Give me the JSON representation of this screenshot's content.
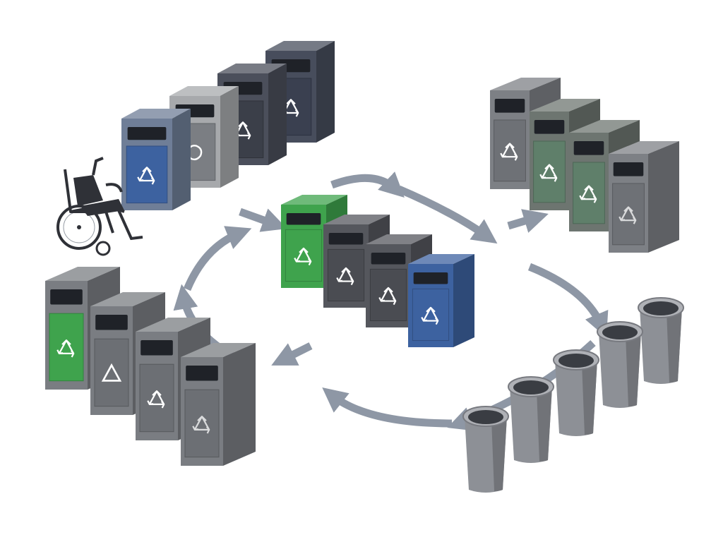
{
  "palette": {
    "green": "#3fa34d",
    "blue": "#3d62a0",
    "charcoal": "#4b4d53",
    "dark_slate": "#3f4553",
    "gray": "#7a7d82",
    "light_gray": "#a7a9ac",
    "sage": "#5f7f6a",
    "arrow": "#8e97a5",
    "background": "#ffffff"
  },
  "groups": [
    {
      "name": "top-left-bin-row",
      "bins": [
        {
          "color": "#6f7e97",
          "panel": "#3d62a0",
          "symbol": "recycle-icon"
        },
        {
          "color": "#a7a9ac",
          "panel": "#7b7e83",
          "symbol": "blob-icon"
        },
        {
          "color": "#4b4f5b",
          "panel": "#3b3f49",
          "symbol": "recycle-icon"
        },
        {
          "color": "#474d5c",
          "panel": "#3a4050",
          "symbol": "recycle-icon"
        }
      ]
    },
    {
      "name": "center-bin-row",
      "bins": [
        {
          "color": "#3fa34d",
          "panel": "#3fa34d",
          "symbol": "recycle-icon"
        },
        {
          "color": "#55575d",
          "panel": "#4a4c52",
          "symbol": "recycle-icon"
        },
        {
          "color": "#55575d",
          "panel": "#4a4c52",
          "symbol": "recycle-icon"
        },
        {
          "color": "#3d62a0",
          "panel": "#3d62a0",
          "symbol": "recycle-icon"
        }
      ]
    },
    {
      "name": "top-right-bin-row",
      "bins": [
        {
          "color": "#7d8085",
          "panel": "#6e7176",
          "symbol": "recycle-icon"
        },
        {
          "color": "#6d7570",
          "panel": "#5f7f6a",
          "symbol": "recycle-icon"
        },
        {
          "color": "#6d7570",
          "panel": "#5f7f6a",
          "symbol": "recycle-icon"
        },
        {
          "color": "#7d8085",
          "panel": "#6e7176",
          "symbol": "recycle-outline-icon"
        }
      ]
    },
    {
      "name": "bottom-left-bin-row",
      "bins": [
        {
          "color": "#7a7d82",
          "panel": "#3fa34d",
          "symbol": "recycle-icon"
        },
        {
          "color": "#7a7d82",
          "panel": "#6c6f74",
          "symbol": "triangle-icon"
        },
        {
          "color": "#7a7d82",
          "panel": "#6c6f74",
          "symbol": "recycle-icon"
        },
        {
          "color": "#7a7d82",
          "panel": "#6c6f74",
          "symbol": "recycle-outline-icon"
        }
      ]
    }
  ],
  "cans": {
    "count": 5,
    "color": "#8d9096"
  },
  "wheelchair": {
    "color": "#2f3137",
    "icon": "wheelchair-icon"
  },
  "arrows": {
    "color": "#8e97a5",
    "count": 10
  }
}
